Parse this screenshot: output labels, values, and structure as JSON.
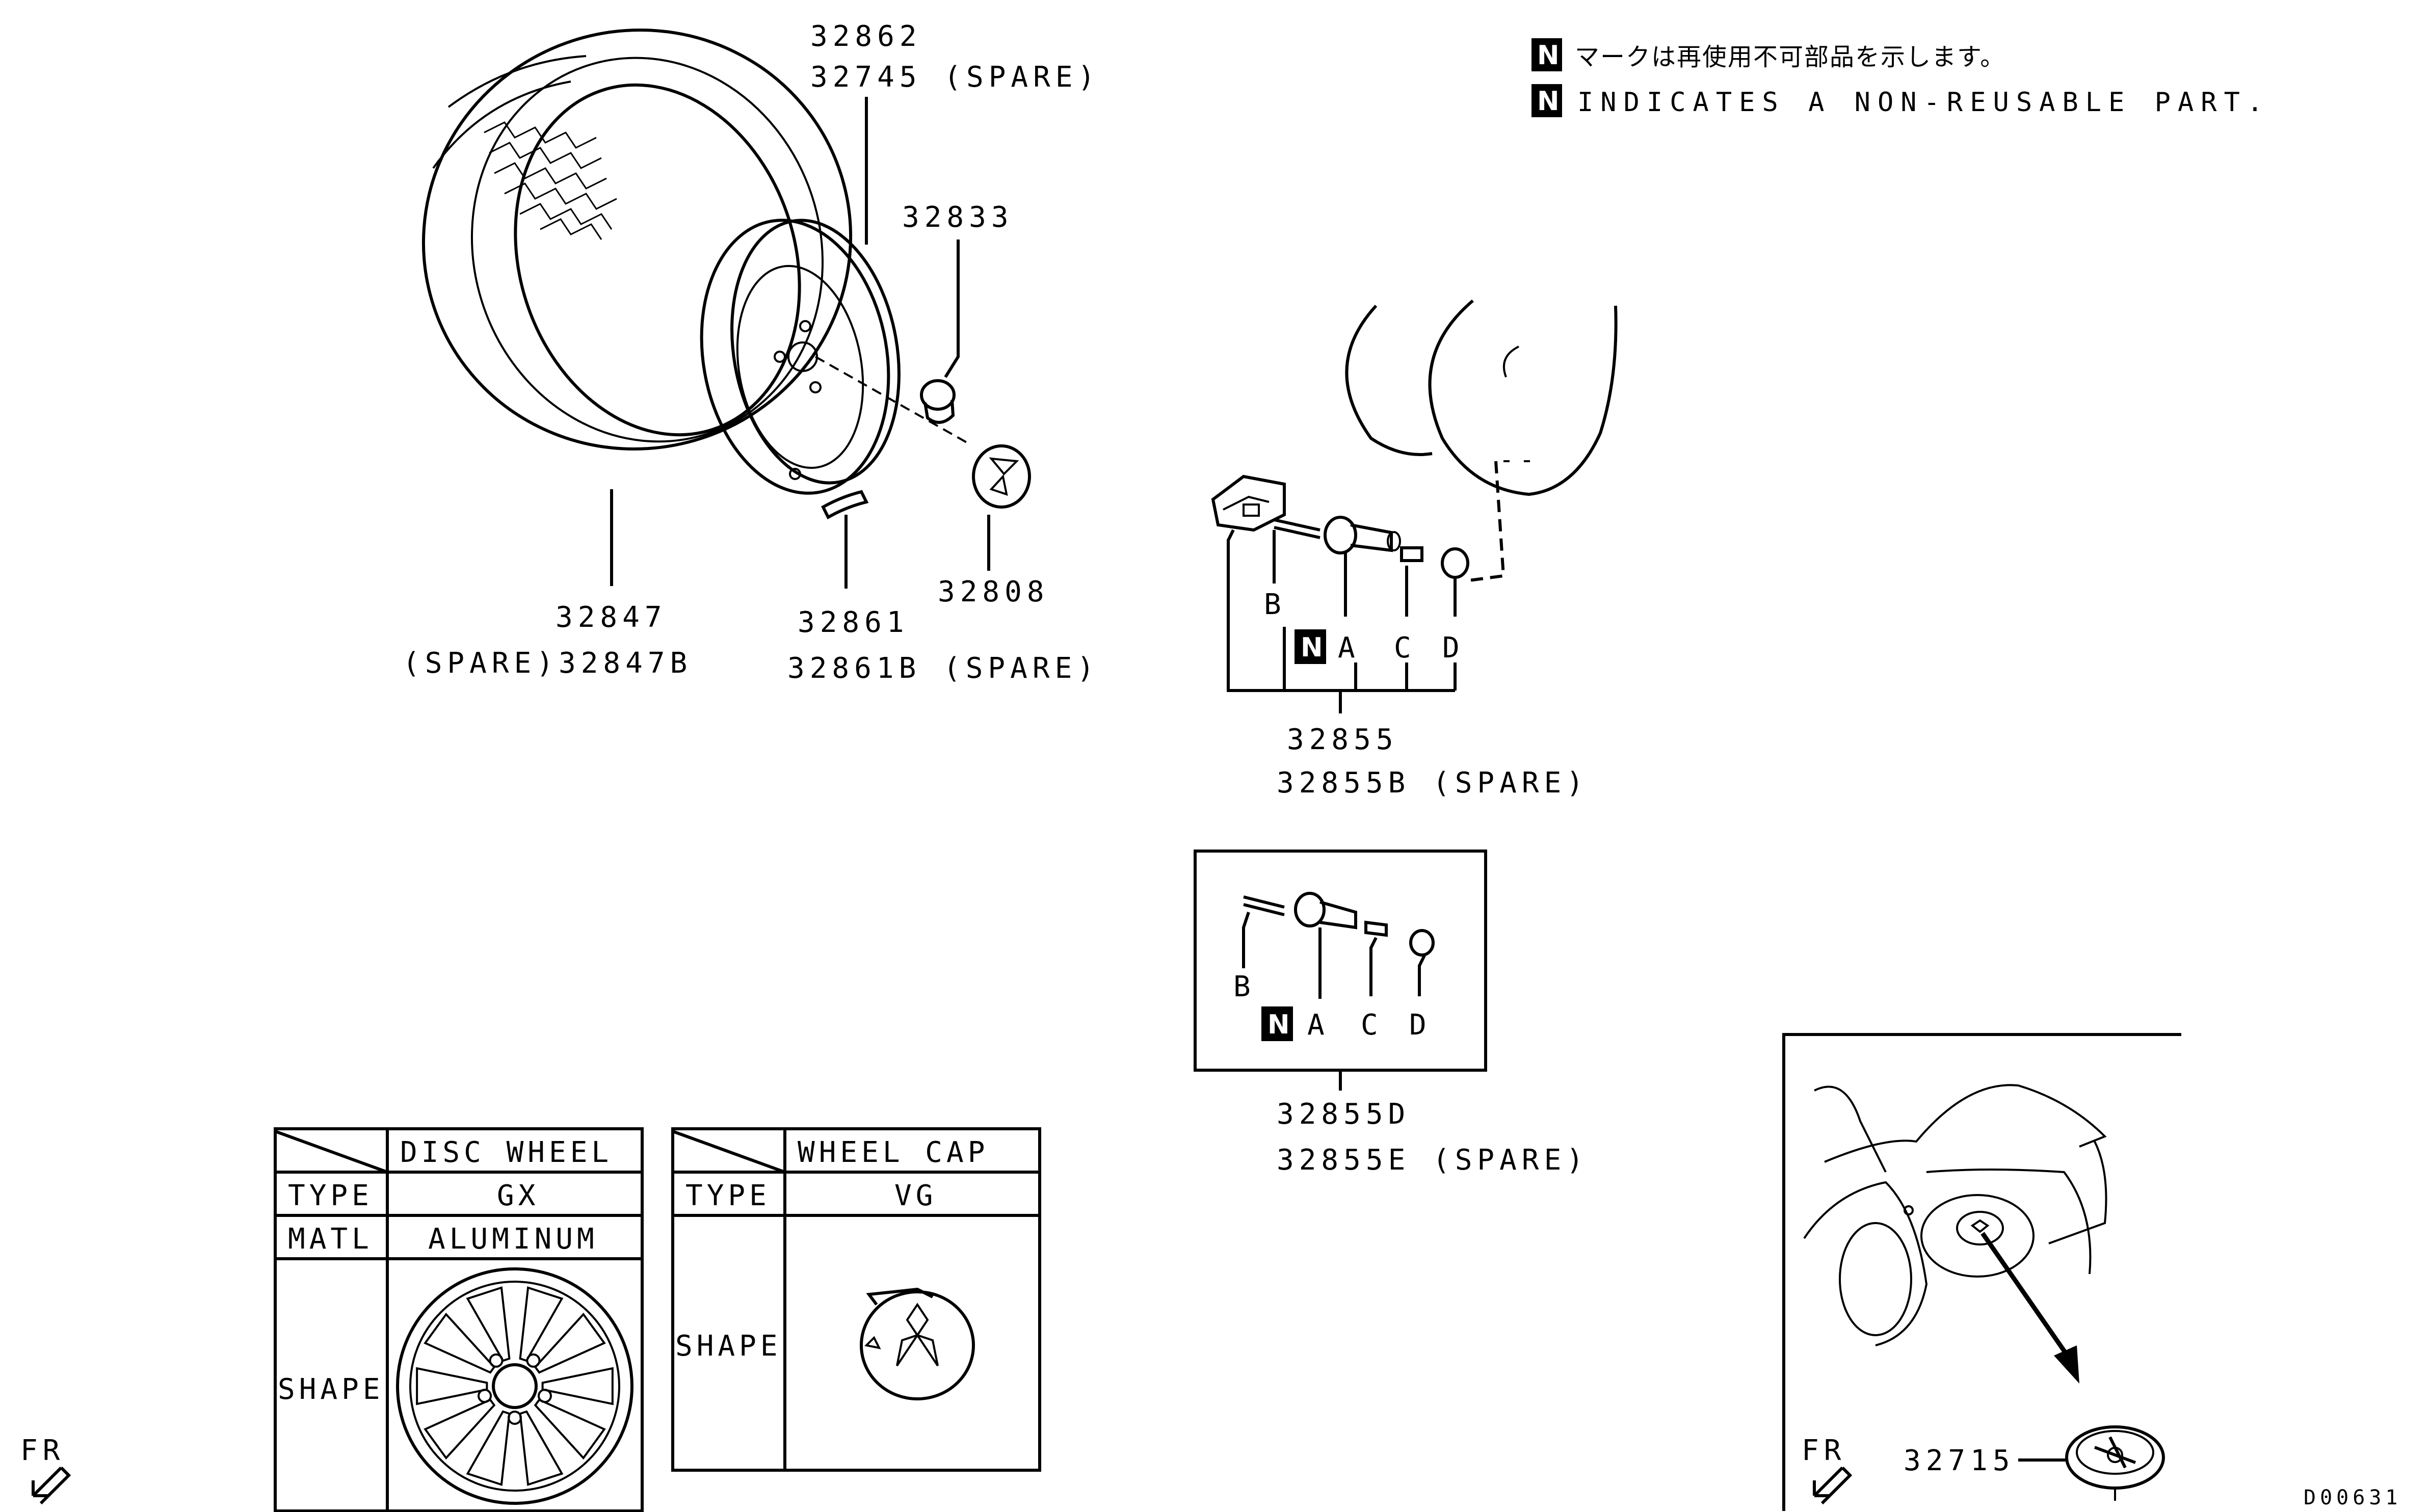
{
  "notes": {
    "badge": "N",
    "jp": "マークは再使用不可部品を示します。",
    "en": "INDICATES A NON-REUSABLE PART."
  },
  "labels": {
    "p32862": "32862",
    "p32745": "32745 (SPARE)",
    "p32833": "32833",
    "p32808": "32808",
    "p32847": "32847",
    "p32847b": "(SPARE)32847B",
    "p32861": "32861",
    "p32861b": "32861B (SPARE)",
    "p32855": "32855",
    "p32855b": "32855B (SPARE)",
    "p32855d": "32855D",
    "p32855e": "32855E (SPARE)",
    "p32715": "32715",
    "fr": "FR",
    "code": "D00631"
  },
  "valve_letters": {
    "a": "A",
    "b": "B",
    "c": "C",
    "d": "D"
  },
  "table_wheel": {
    "header": "DISC WHEEL",
    "rows": [
      {
        "label": "TYPE",
        "value": "GX"
      },
      {
        "label": "MATL",
        "value": "ALUMINUM"
      },
      {
        "label": "SHAPE",
        "value": ""
      }
    ]
  },
  "table_cap": {
    "header": "WHEEL CAP",
    "rows": [
      {
        "label": "TYPE",
        "value": "VG"
      },
      {
        "label": "SHAPE",
        "value": ""
      }
    ]
  }
}
